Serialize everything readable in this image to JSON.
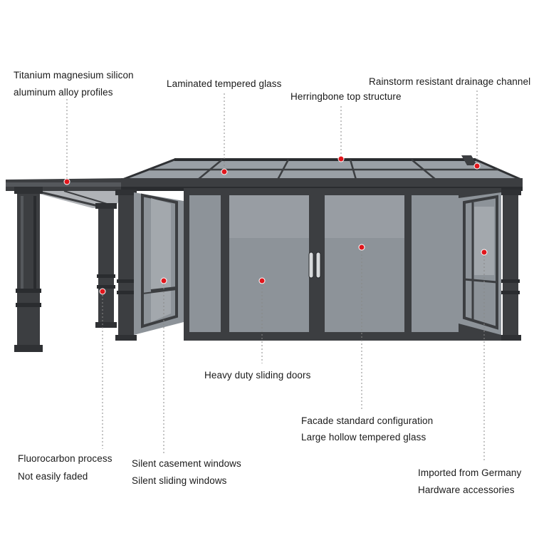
{
  "colors": {
    "frame": "#3c3e41",
    "frame_dark": "#2a2c2f",
    "glass": "#8d9399",
    "glass_light": "#a8adb2",
    "roof_glass": "#9aa0a6",
    "marker": "#e0161c",
    "leader": "#888888"
  },
  "labels": {
    "profiles": {
      "line1": "Titanium magnesium silicon",
      "line2": "aluminum alloy profiles"
    },
    "glass": {
      "line1": "Laminated tempered glass"
    },
    "drainage": {
      "line1": "Rainstorm resistant drainage channel"
    },
    "herringbone": {
      "line1": "Herringbone top structure"
    },
    "sliding_doors": {
      "line1": "Heavy duty sliding doors"
    },
    "facade": {
      "line1": "Facade standard configuration",
      "line2": "Large hollow tempered glass"
    },
    "fluorocarbon": {
      "line1": "Fluorocarbon process",
      "line2": "Not easily faded"
    },
    "casement": {
      "line1": "Silent casement windows",
      "line2": "Silent sliding windows"
    },
    "hardware": {
      "line1": "Imported from Germany",
      "line2": "Hardware accessories"
    }
  }
}
